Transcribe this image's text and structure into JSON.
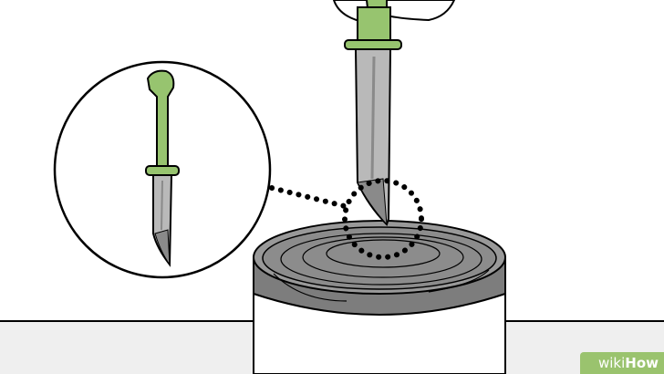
{
  "illustration": {
    "subject": "knife-piercing-can-lid",
    "colors": {
      "background": "#ffffff",
      "table": "#efefef",
      "handle": "#97c46f",
      "blade": "#b9b9b9",
      "blade_edge": "#8a8a8a",
      "lid": "#8f8f8f",
      "lid_rim": "#a8a8a8",
      "outline": "#000000"
    },
    "icons": [
      "knife-icon",
      "hand-icon",
      "can-icon",
      "zoom-callout-icon"
    ]
  },
  "watermark": {
    "part1": "wiki",
    "part2": "How",
    "color": "#9ac36e"
  }
}
